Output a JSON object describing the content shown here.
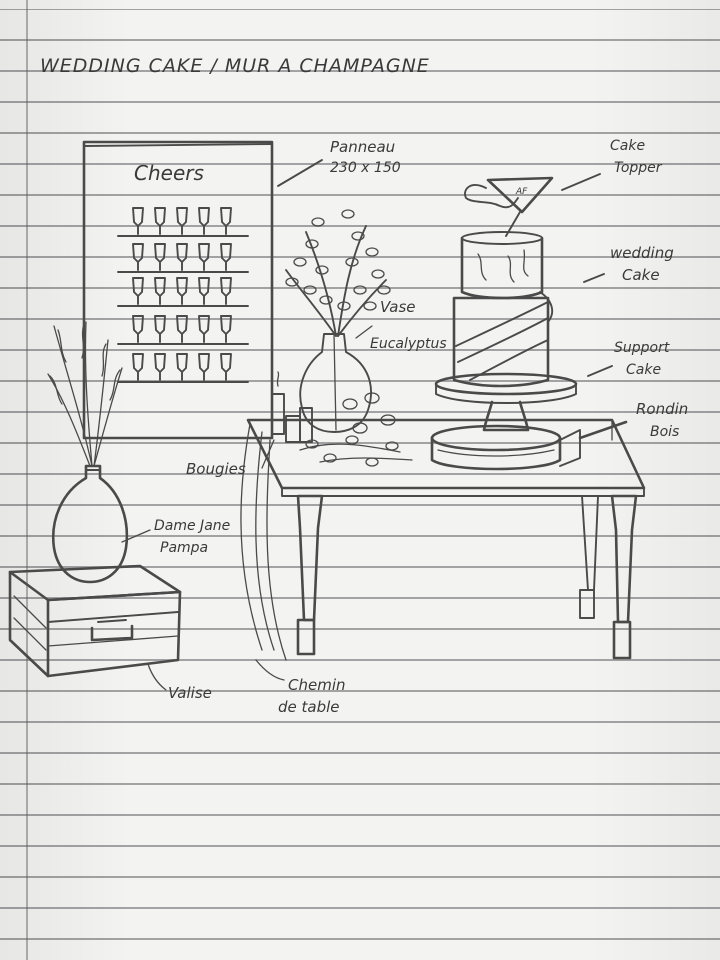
{
  "title": "WEDDING CAKE / MUR A CHAMPAGNE",
  "labels": {
    "panneau": "Panneau",
    "panneau_size": "230 x 150",
    "cheers": "Cheers",
    "cake_topper_1": "Cake",
    "cake_topper_2": "Topper",
    "topper_initials": "AF",
    "wedding_cake_1": "wedding",
    "wedding_cake_2": "Cake",
    "vase": "Vase",
    "eucalyptus": "Eucalyptus",
    "support_cake_1": "Support",
    "support_cake_2": "Cake",
    "rondin_1": "Rondin",
    "rondin_2": "Bois",
    "bougies": "Bougies",
    "dame_jeanne_1": "Dame Jane",
    "dame_jeanne_2": "Pampa",
    "valise": "Valise",
    "chemin_1": "Chemin",
    "chemin_2": "de table"
  },
  "colors": {
    "pencil": "#4a4a4a",
    "paper": "#f3f3f1",
    "rule_lines": "#5f5f64"
  }
}
